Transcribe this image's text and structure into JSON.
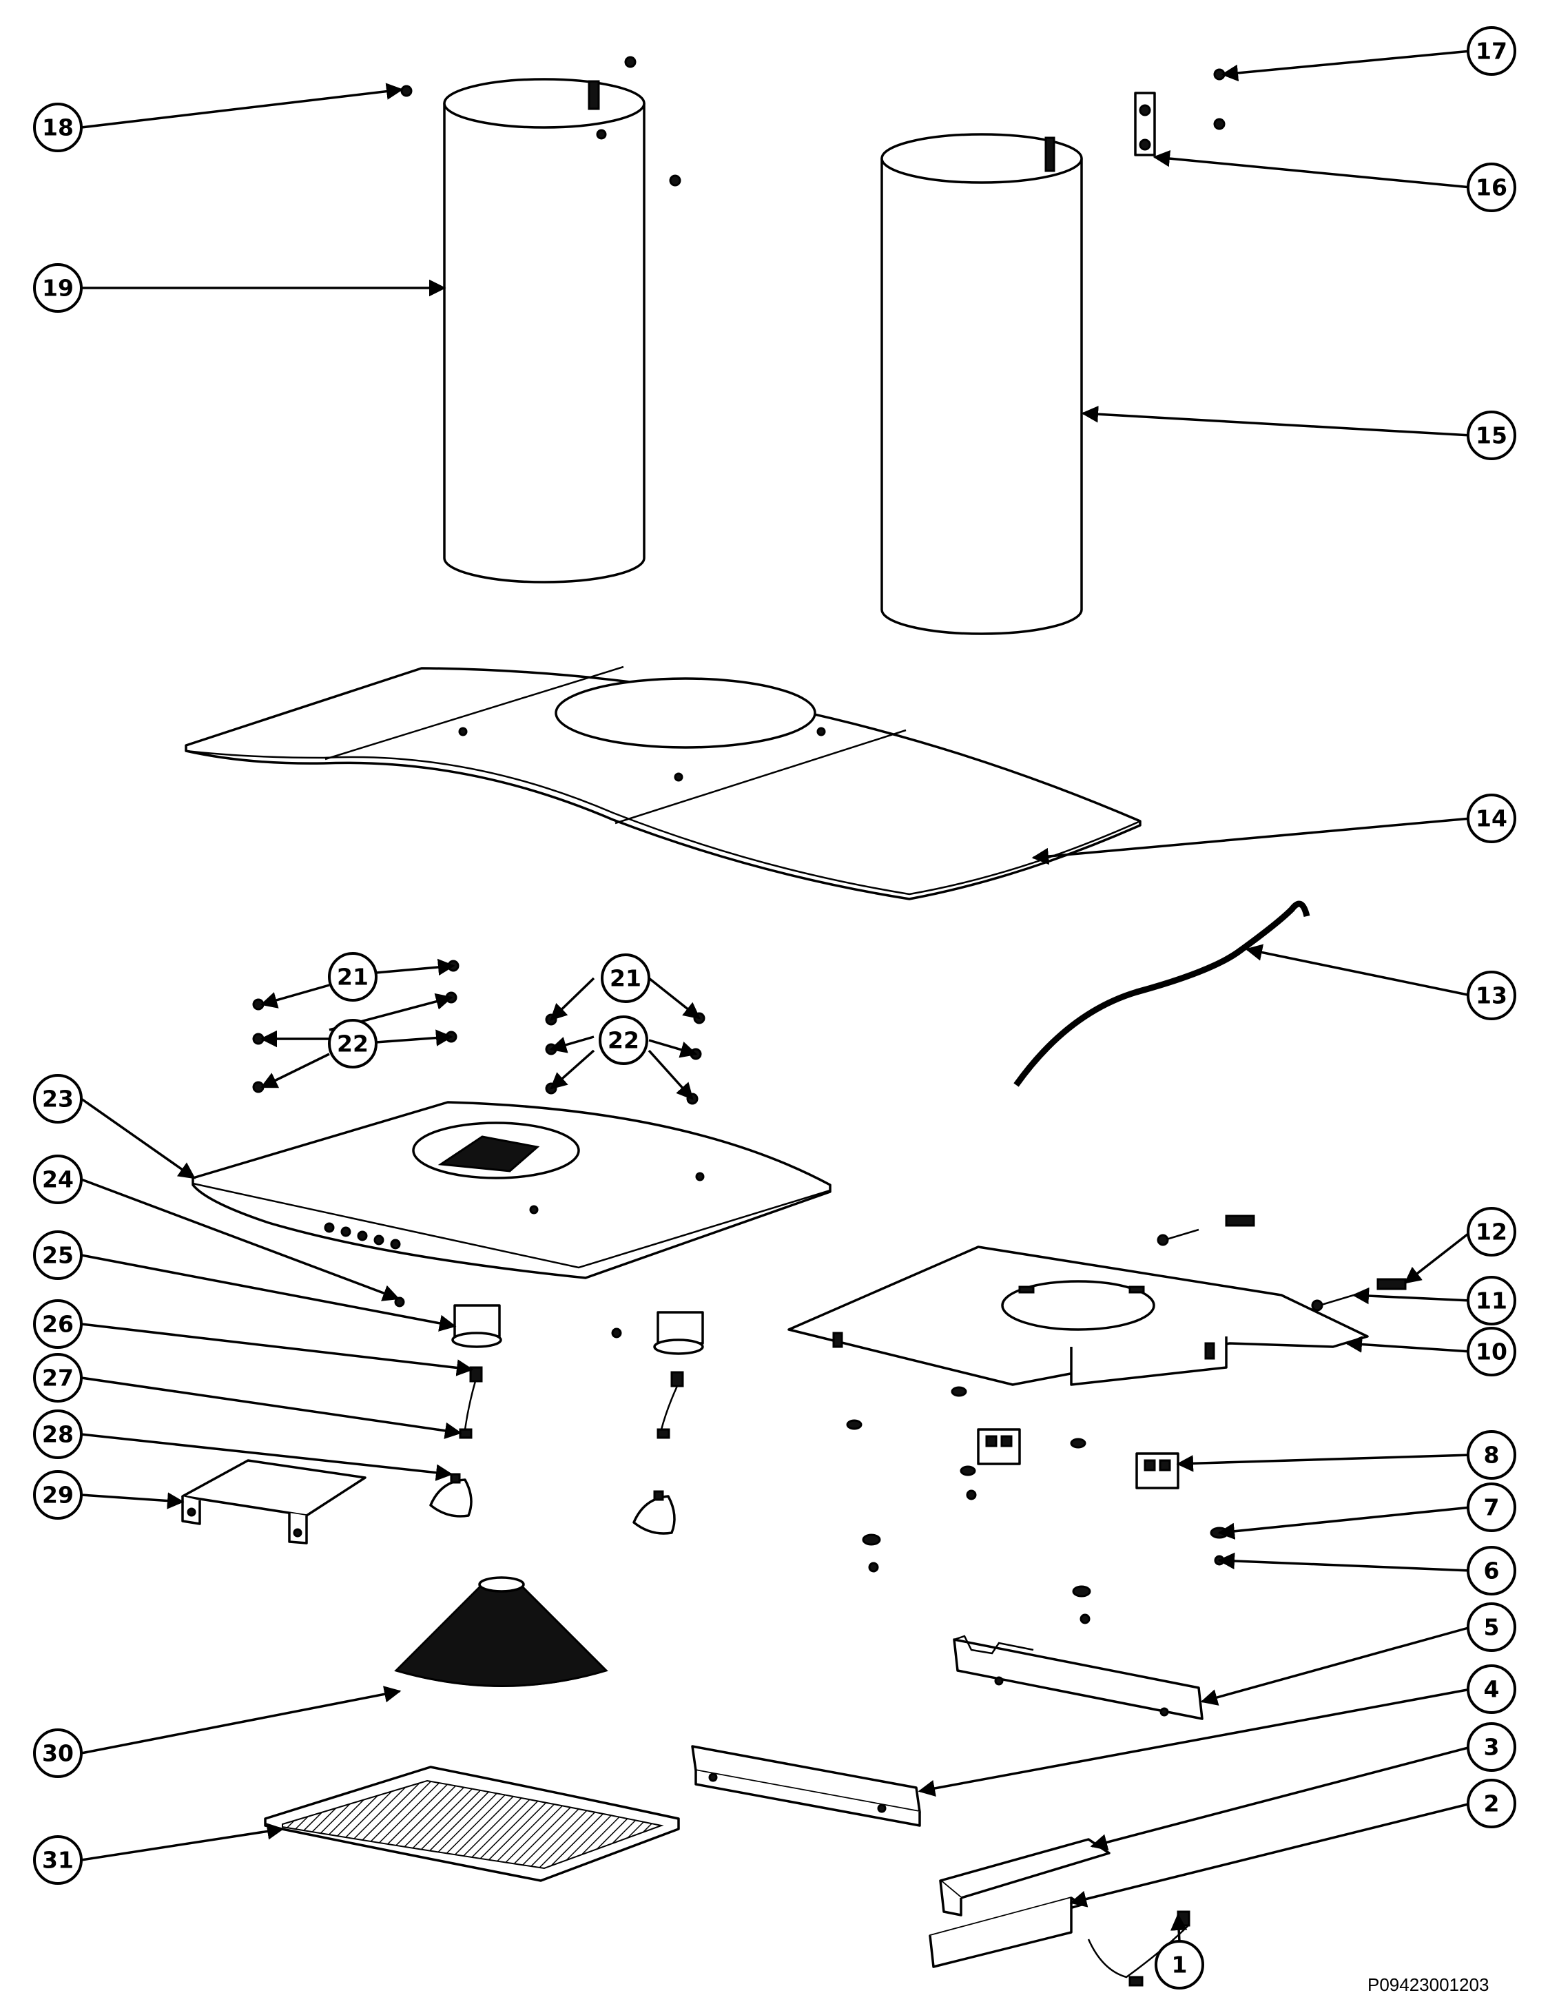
{
  "drawing": {
    "reference_code": "P09423001203"
  },
  "callouts": [
    "1",
    "2",
    "3",
    "4",
    "5",
    "6",
    "7",
    "8",
    "10",
    "11",
    "12",
    "13",
    "14",
    "15",
    "16",
    "17",
    "18",
    "19",
    "21",
    "21",
    "22",
    "22",
    "23",
    "24",
    "25",
    "26",
    "27",
    "28",
    "29",
    "30",
    "31"
  ]
}
